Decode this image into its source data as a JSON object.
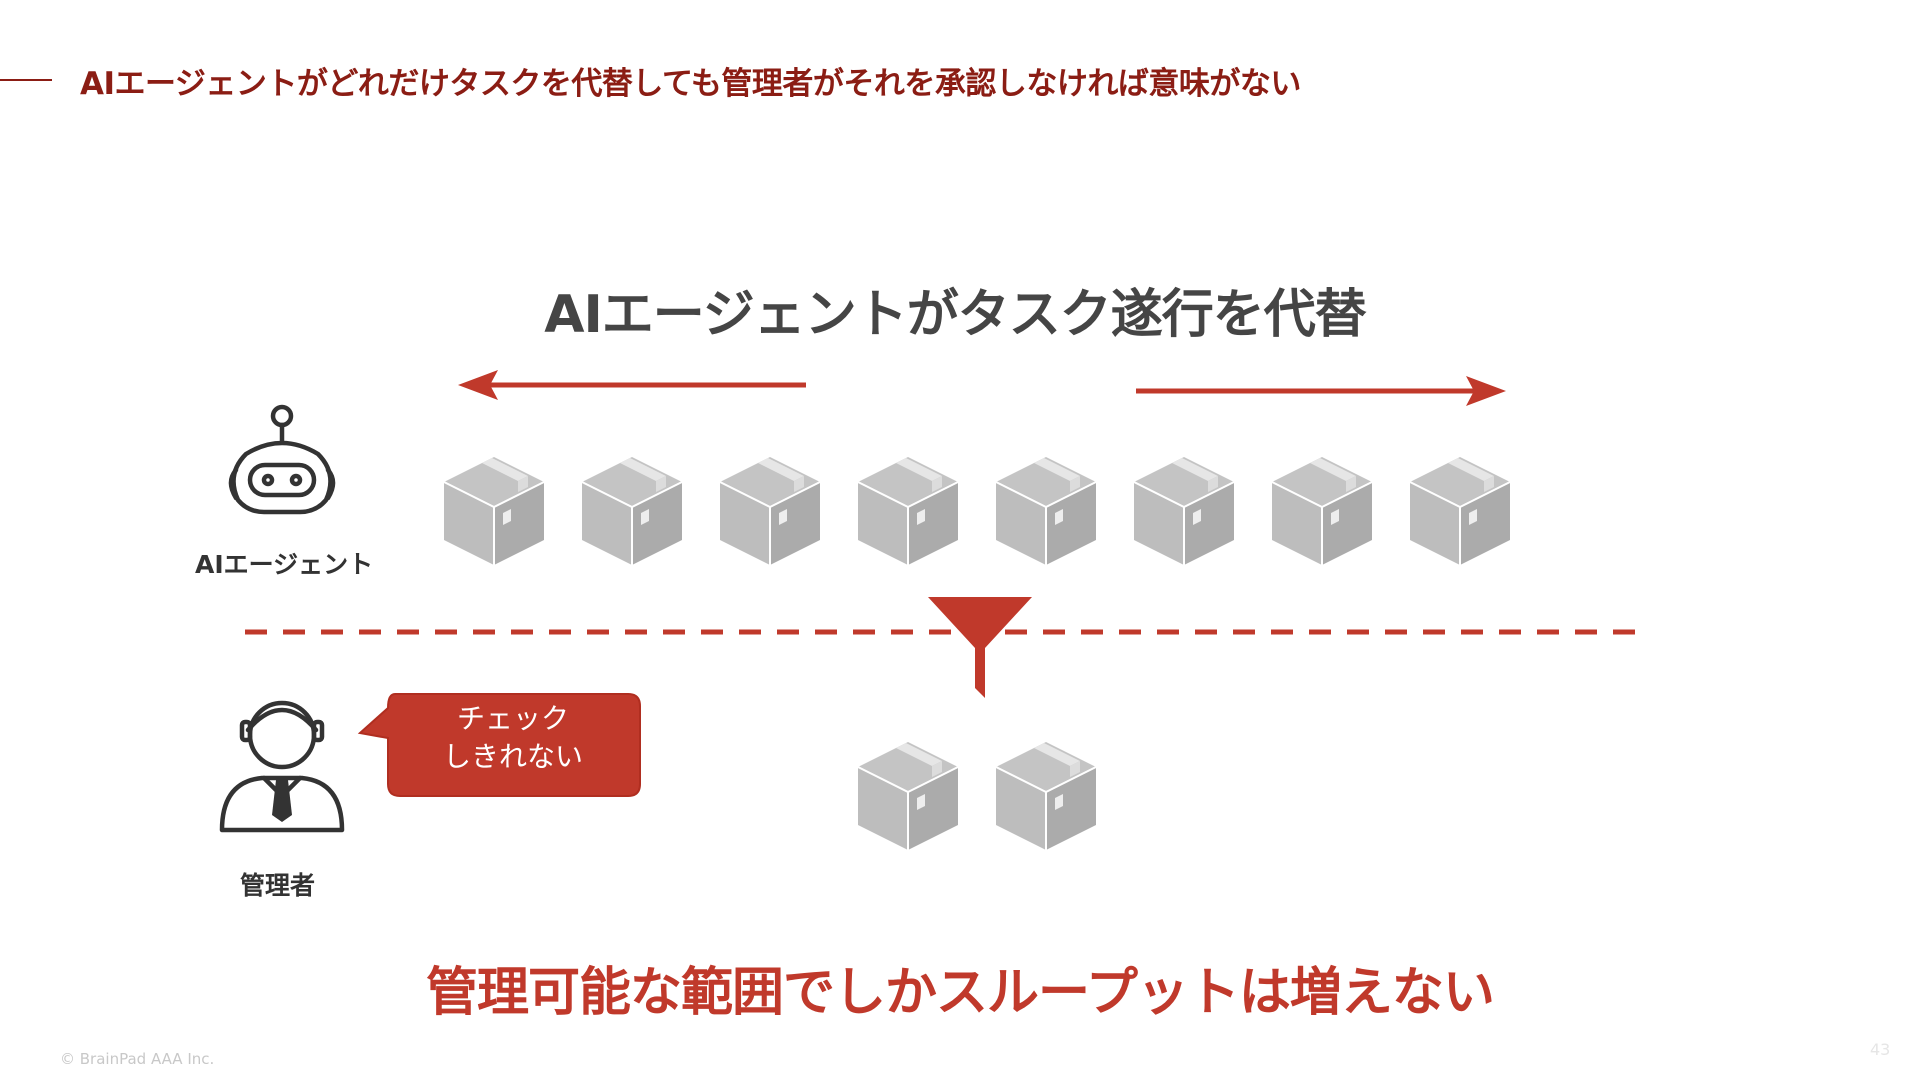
{
  "header": {
    "title": "AIエージェントがどれだけタスクを代替しても管理者がそれを承認しなければ意味がない"
  },
  "diagram": {
    "main_title": "AIエージェントがタスク遂行を代替",
    "agent_label": "AIエージェント",
    "manager_label": "管理者",
    "bubble_line1": "チェック",
    "bubble_line2": "しきれない",
    "task_box_count_top": 8,
    "task_box_count_bottom": 2,
    "conclusion": "管理可能な範囲でしかスループットは増えない"
  },
  "footer": {
    "copyright": "© BrainPad AAA Inc.",
    "page": "43"
  },
  "colors": {
    "accent": "#c0392b",
    "header": "#8b1d14",
    "box_face": "#bdbdbd",
    "box_dark": "#a9a9a9",
    "text_dark": "#454545"
  },
  "icons": [
    "robot-icon",
    "person-icon",
    "box-icon",
    "arrow-left-icon",
    "arrow-right-icon",
    "funnel-icon",
    "speech-bubble"
  ]
}
